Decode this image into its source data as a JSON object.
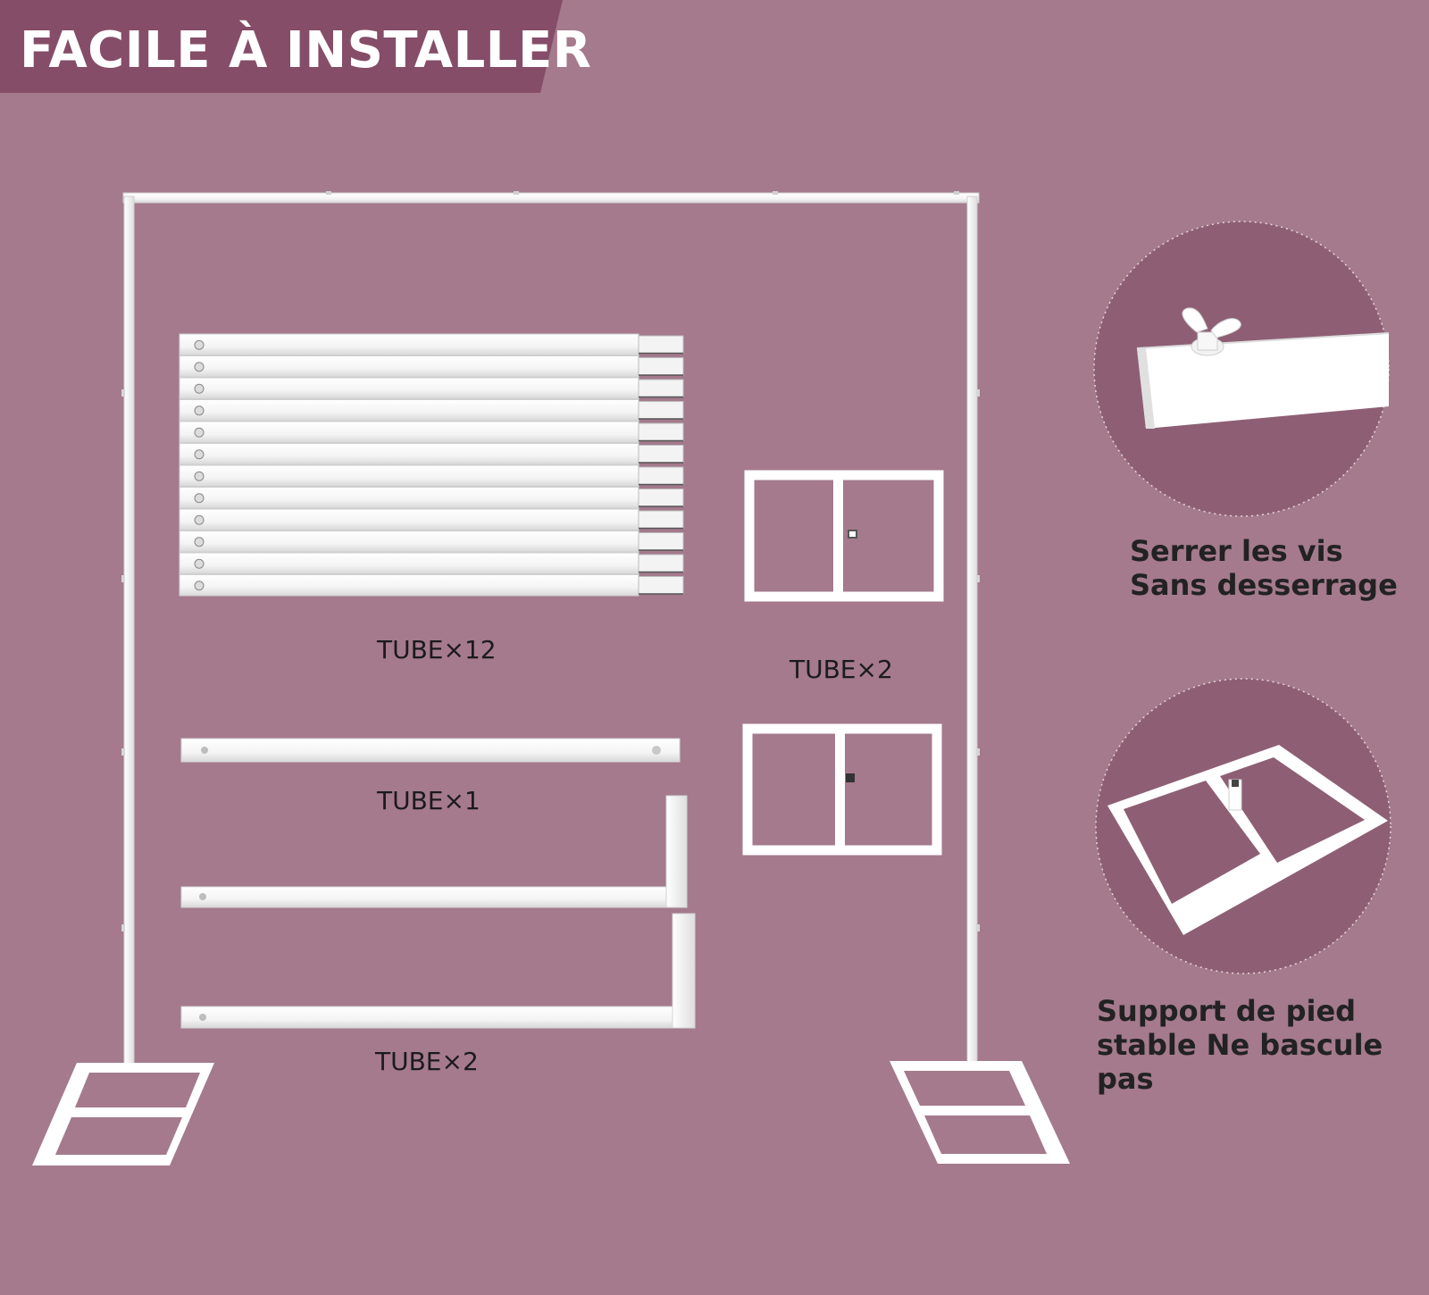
{
  "banner": {
    "title": "FACILE À INSTALLER",
    "color": "#854d68"
  },
  "background_color": "#a47a8c",
  "parts": {
    "tubes_12": "TUBE×12",
    "tubes_2_top": "TUBE×2",
    "tubes_1": "TUBE×1",
    "tubes_2_bottom": "TUBE×2"
  },
  "features": {
    "screw": "Serrer les vis Sans desserrage",
    "base": "Support de pied stable Ne bascule pas",
    "circle_color": "#8e5f74"
  }
}
